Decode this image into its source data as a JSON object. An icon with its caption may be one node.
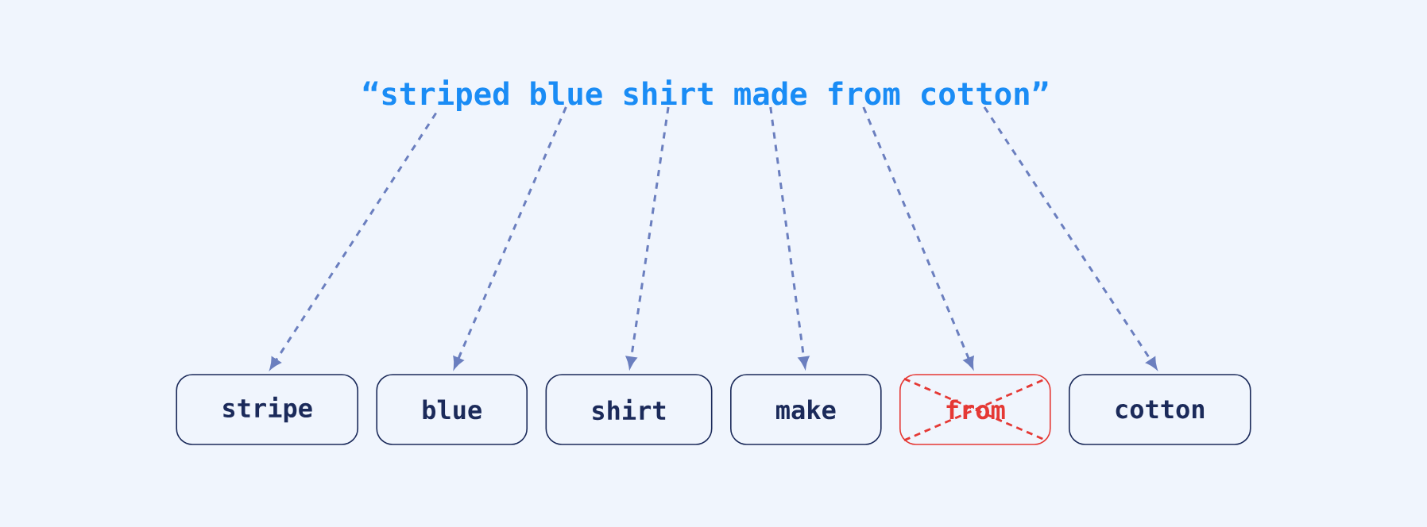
{
  "diagram": {
    "nodes": [
      {
        "text": [
          "“striped"
        ]
      },
      {
        "text": [
          "blue"
        ]
      },
      {
        "text": [
          "shirt"
        ]
      },
      {
        "text": [
          "made"
        ]
      },
      {
        "text": [
          "from"
        ]
      },
      {
        "text": [
          "cotton”"
        ]
      },
      {
        "text": [
          "stripe"
        ]
      },
      {
        "text": [
          "blue"
        ]
      },
      {
        "text": [
          "shirt"
        ]
      },
      {
        "text": [
          "make"
        ]
      },
      {
        "text": [
          "from"
        ]
      },
      {
        "text": [
          "cotton"
        ]
      }
    ],
    "edges": [
      {
        "from": 0,
        "to": 6,
        "arrow": "to",
        "style": "dashed"
      },
      {
        "from": 1,
        "to": 7,
        "arrow": "to",
        "style": "dashed"
      },
      {
        "from": 2,
        "to": 8,
        "arrow": "to",
        "style": "dashed"
      },
      {
        "from": 3,
        "to": 9,
        "arrow": "to",
        "style": "dashed"
      },
      {
        "from": 4,
        "to": 10,
        "arrow": "to",
        "style": "dashed"
      },
      {
        "from": 5,
        "to": 11,
        "arrow": "to",
        "style": "dashed"
      }
    ]
  }
}
